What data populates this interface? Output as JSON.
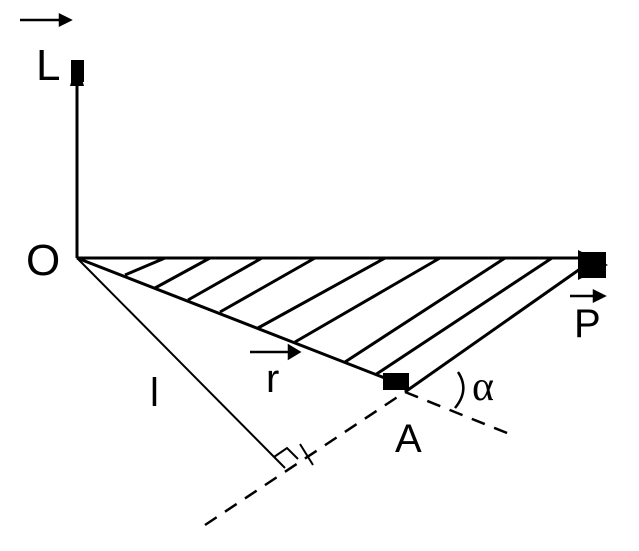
{
  "labels": {
    "L": "L",
    "O": "O",
    "P": "P",
    "r": "r",
    "l": "l",
    "A": "A",
    "alpha": "α"
  },
  "colors": {
    "ink": "#000000",
    "background": "#ffffff"
  }
}
